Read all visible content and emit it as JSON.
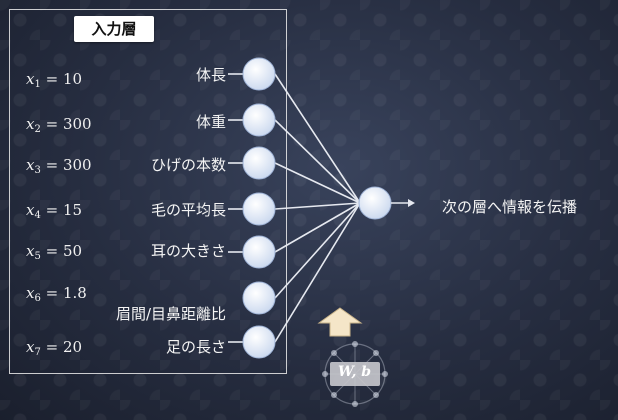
{
  "title": "入力層",
  "inputs": [
    {
      "var": "x",
      "sub": "1",
      "value": "10",
      "feature": "体長"
    },
    {
      "var": "x",
      "sub": "2",
      "value": "300",
      "feature": "体重"
    },
    {
      "var": "x",
      "sub": "3",
      "value": "300",
      "feature": "ひげの本数"
    },
    {
      "var": "x",
      "sub": "4",
      "value": "15",
      "feature": "毛の平均長"
    },
    {
      "var": "x",
      "sub": "5",
      "value": "50",
      "feature": "耳の大きさ"
    },
    {
      "var": "x",
      "sub": "6",
      "value": "1.8",
      "feature": "眉間/目鼻距離比"
    },
    {
      "var": "x",
      "sub": "7",
      "value": "20",
      "feature": "足の長さ"
    }
  ],
  "output_label": "次の層へ情報を伝播",
  "params_label": "W, b",
  "colors": {
    "node_fill": "#dbe6f5",
    "line": "#e6e9f0",
    "arrow_fill": "#f5e6c8"
  }
}
